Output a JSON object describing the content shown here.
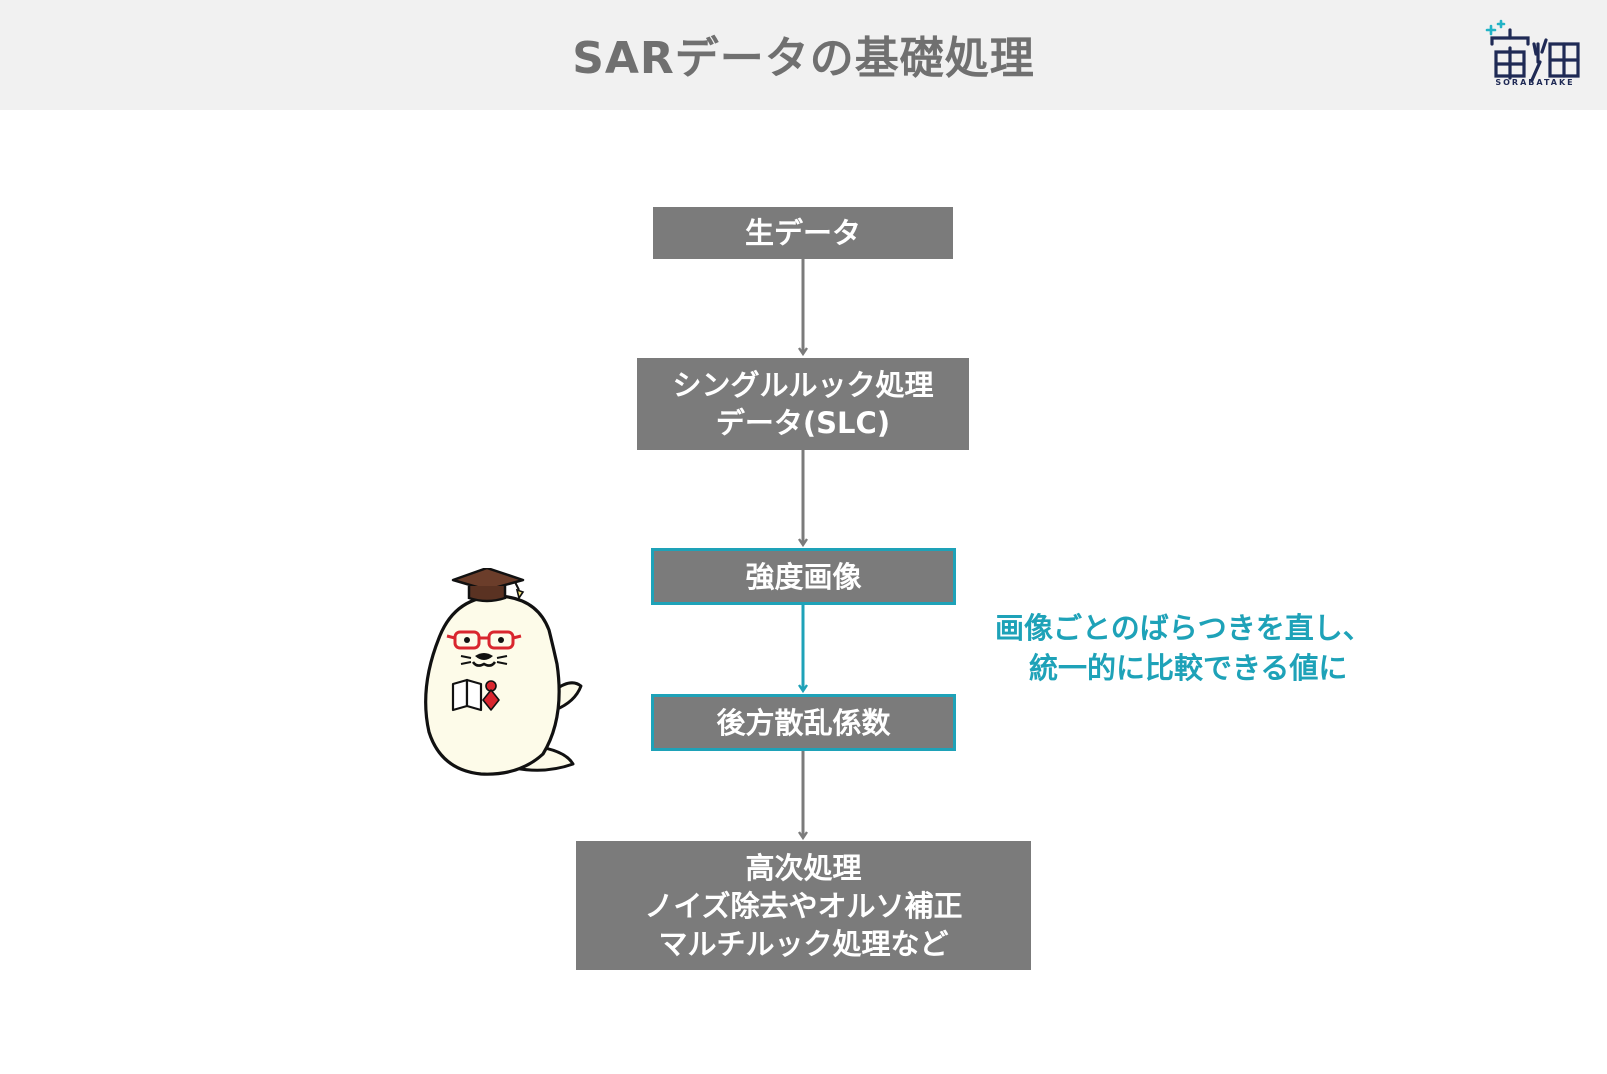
{
  "header": {
    "title": "SARデータの基礎処理",
    "logo_text": "SORABATAKE"
  },
  "flow": {
    "raw": "生データ",
    "slc_line1": "シングルルック処理",
    "slc_line2": "データ(SLC)",
    "intensity": "強度画像",
    "backscatter": "後方散乱係数",
    "higher_line1": "高次処理",
    "higher_line2": "ノイズ除去やオルソ補正",
    "higher_line3": "マルチルック処理など"
  },
  "note": {
    "line1": "画像ごとのばらつきを直し、",
    "line2": "統一的に比較できる値に"
  },
  "colors": {
    "box_fill": "#7b7b7b",
    "highlight": "#1ea2b8",
    "arrow": "#7b7b7b",
    "header_bg": "#f1f1f1",
    "title_text": "#707070"
  },
  "icons": {
    "mascot": "graduate-seal-mascot-icon",
    "logo": "sorabatake-logo-icon"
  }
}
